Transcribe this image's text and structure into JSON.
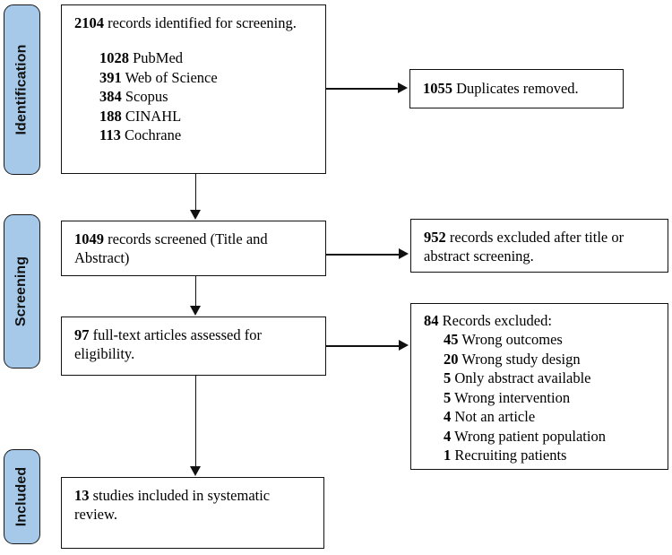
{
  "diagram": {
    "type": "prisma-flow-diagram",
    "accent_color": "#a6c9e9",
    "line_color": "#111111",
    "background": "#ffffff"
  },
  "stages": [
    {
      "label": "Identification"
    },
    {
      "label": "Screening"
    },
    {
      "label": "Included"
    }
  ],
  "boxes": {
    "identification": {
      "count": "2104",
      "text": "records identified for screening.",
      "sources": [
        {
          "count": "1028",
          "name": "PubMed"
        },
        {
          "count": "391",
          "name": "Web of Science"
        },
        {
          "count": "384",
          "name": "Scopus"
        },
        {
          "count": "188",
          "name": "CINAHL"
        },
        {
          "count": "113",
          "name": "Cochrane"
        }
      ]
    },
    "duplicates": {
      "count": "1055",
      "text": "Duplicates removed."
    },
    "screened": {
      "count": "1049",
      "text": "records screened (Title and Abstract)"
    },
    "excluded_title_abstract": {
      "count": "952",
      "text": "records excluded after title or abstract screening."
    },
    "full_text": {
      "count": "97",
      "text": "full-text articles assessed for eligibility."
    },
    "records_excluded": {
      "count": "84",
      "text": "Records excluded:",
      "reasons": [
        {
          "count": "45",
          "reason": "Wrong outcomes"
        },
        {
          "count": "20",
          "reason": "Wrong study design"
        },
        {
          "count": "5",
          "reason": "Only abstract available"
        },
        {
          "count": "5",
          "reason": "Wrong intervention"
        },
        {
          "count": "4",
          "reason": "Not an article"
        },
        {
          "count": "4",
          "reason": "Wrong patient population"
        },
        {
          "count": "1",
          "reason": "Recruiting patients"
        }
      ]
    },
    "included": {
      "count": "13",
      "text": "studies included in systematic review."
    }
  }
}
